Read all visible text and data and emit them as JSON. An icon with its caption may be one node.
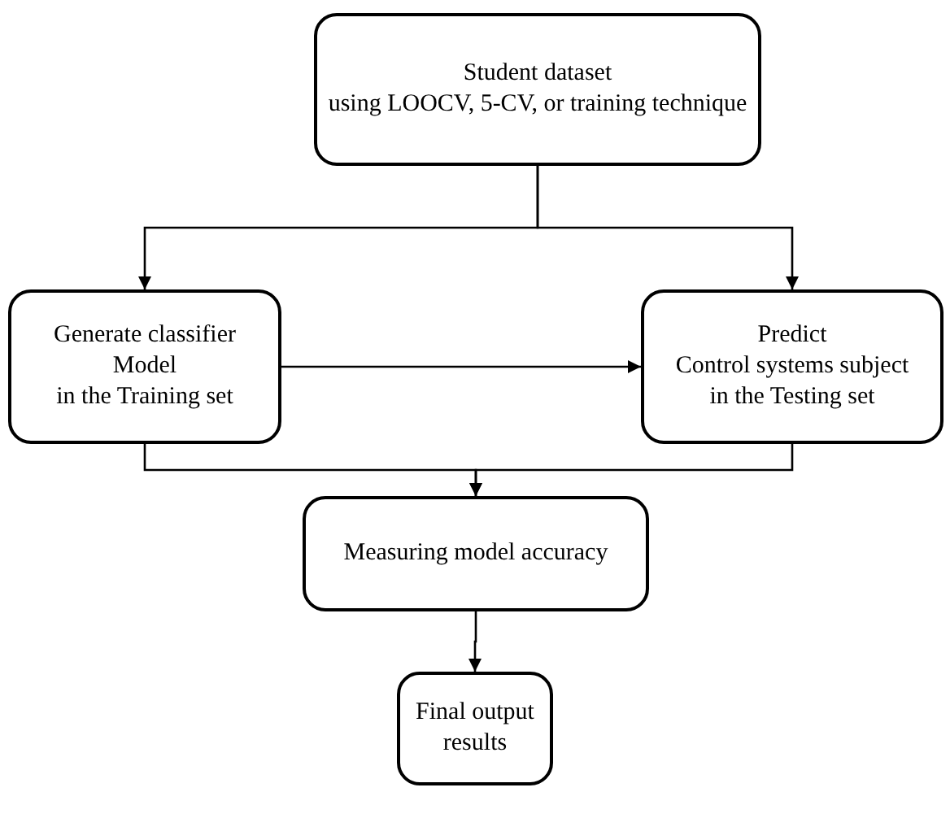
{
  "diagram": {
    "nodes": [
      {
        "text": [
          "Student dataset",
          "using LOOCV, 5-CV, or training technique"
        ]
      },
      {
        "text": [
          "Generate classifier",
          "Model",
          "in the Training set"
        ]
      },
      {
        "text": [
          "Predict",
          "Control systems subject",
          "in the Testing set"
        ]
      },
      {
        "text": [
          "Measuring model accuracy"
        ]
      },
      {
        "text": [
          "Final output results"
        ]
      }
    ],
    "edges": [
      {
        "from": 0,
        "to": 1,
        "arrow": "to"
      },
      {
        "from": 0,
        "to": 2,
        "arrow": "to"
      },
      {
        "from": 1,
        "to": 2,
        "arrow": "to"
      },
      {
        "from": 1,
        "to": 3,
        "arrow": "to"
      },
      {
        "from": 2,
        "to": 3,
        "arrow": "to"
      },
      {
        "from": 3,
        "to": 4,
        "arrow": "to"
      }
    ]
  }
}
